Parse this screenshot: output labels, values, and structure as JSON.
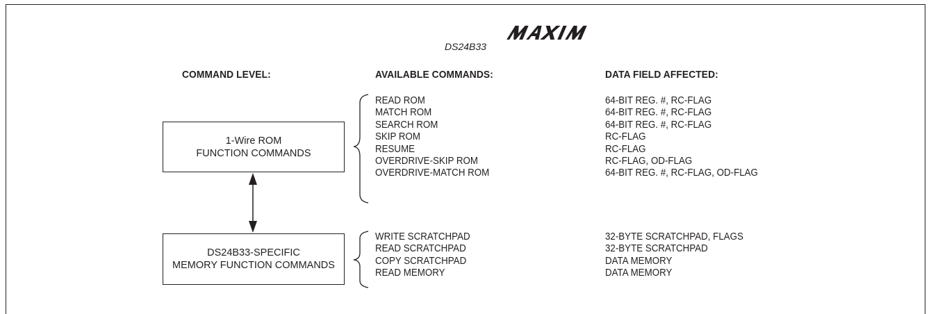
{
  "header": {
    "logo_text": "MAXIM",
    "part_number": "DS24B33"
  },
  "columns": {
    "command_level": "COMMAND LEVEL:",
    "available_commands": "AVAILABLE COMMANDS:",
    "data_field_affected": "DATA FIELD AFFECTED:"
  },
  "levels": [
    {
      "line1": "1-Wire ROM",
      "line2": "FUNCTION COMMANDS",
      "commands": [
        {
          "name": "READ ROM",
          "field": "64-BIT REG. #, RC-FLAG"
        },
        {
          "name": "MATCH ROM",
          "field": "64-BIT REG. #, RC-FLAG"
        },
        {
          "name": "SEARCH ROM",
          "field": "64-BIT REG. #, RC-FLAG"
        },
        {
          "name": "SKIP ROM",
          "field": "RC-FLAG"
        },
        {
          "name": "RESUME",
          "field": "RC-FLAG"
        },
        {
          "name": "OVERDRIVE-SKIP ROM",
          "field": "RC-FLAG, OD-FLAG"
        },
        {
          "name": "OVERDRIVE-MATCH ROM",
          "field": "64-BIT REG. #, RC-FLAG, OD-FLAG"
        }
      ]
    },
    {
      "line1": "DS24B33-SPECIFIC",
      "line2": "MEMORY FUNCTION COMMANDS",
      "commands": [
        {
          "name": "WRITE SCRATCHPAD",
          "field": "32-BYTE SCRATCHPAD, FLAGS"
        },
        {
          "name": "READ SCRATCHPAD",
          "field": "32-BYTE SCRATCHPAD"
        },
        {
          "name": "COPY SCRATCHPAD",
          "field": "DATA MEMORY"
        },
        {
          "name": "READ MEMORY",
          "field": "DATA MEMORY"
        }
      ]
    }
  ]
}
